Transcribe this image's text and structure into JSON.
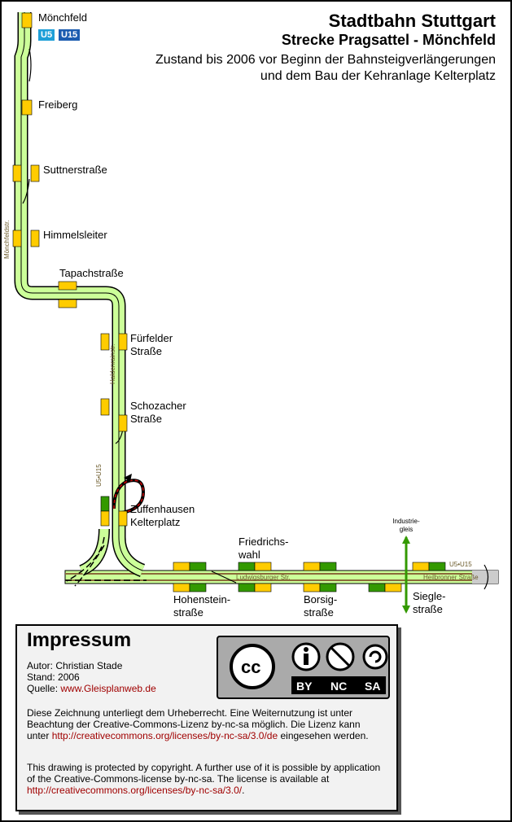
{
  "title": {
    "line1": "Stadtbahn Stuttgart",
    "line2": "Strecke Pragsattel - Mönchfeld",
    "line3": "Zustand bis 2006 vor Beginn der Bahnsteigverlängerungen",
    "line4": "und dem Bau der Kehranlage Kelterplatz"
  },
  "lines": {
    "u5": {
      "label": "U5",
      "color": "#1e9fd8"
    },
    "u15": {
      "label": "U15",
      "color": "#1c5cb0"
    }
  },
  "stations": {
    "moenchfeld": "Mönchfeld",
    "freiberg": "Freiberg",
    "suttnerstrasse": "Suttnerstraße",
    "himmelsleiter": "Himmelsleiter",
    "tapachstrasse": "Tapachstraße",
    "fuerfelder_1": "Fürfelder",
    "fuerfelder_2": "Straße",
    "schozacher_1": "Schozacher",
    "schozacher_2": "Straße",
    "zuffenhausen_1": "Zuffenhausen",
    "zuffenhausen_2": "Kelterplatz",
    "friedrichswahl_1": "Friedrichs-",
    "friedrichswahl_2": "wahl",
    "hohenstein_1": "Hohenstein-",
    "hohenstein_2": "straße",
    "borsig_1": "Borsig-",
    "borsig_2": "straße",
    "siegle_1": "Siegle-",
    "siegle_2": "straße",
    "industriegleis_1": "Industrie-",
    "industriegleis_2": "gleis"
  },
  "streets": {
    "moenchfeldstr": "Mönchfeldstr.",
    "haldenrainstr": "Haldenrainstr.",
    "ludwigsburger": "Ludwigsburger Str.",
    "heilbronner": "Heilbronner Straße",
    "u5u15_vertical": "U5•U15",
    "u5u15_horizontal": "U5•U15"
  },
  "colors": {
    "track_fill": "#ccff99",
    "platform_yellow": "#ffcc00",
    "platform_green": "#339900",
    "street_brown": "#8b6a3a",
    "link_red": "#a00000"
  },
  "impressum": {
    "heading": "Impressum",
    "autor": "Autor: Christian Stade",
    "stand": "Stand: 2006",
    "quelle_label": "Quelle: ",
    "quelle_link": "www.Gleisplanweb.de",
    "de_text": "Diese Zeichnung unterliegt dem Urheberrecht. Eine Weiternutzung ist unter Beachtung der Creative-Commons-Lizenz by-nc-sa möglich. Die Lizenz kann unter ",
    "de_link": "http://creativecommons.org/licenses/by-nc-sa/3.0/de",
    "de_tail": " eingesehen werden.",
    "en_text": "This drawing is protected by copyright. A further use of it is possible by application of the Creative-Commons-license by-nc-sa. The license is available at ",
    "en_link": "http://creativecommons.org/licenses/by-nc-sa/3.0/",
    "en_tail": "."
  },
  "license_badge": {
    "cc": "cc",
    "by": "BY",
    "nc": "NC",
    "sa": "SA"
  }
}
